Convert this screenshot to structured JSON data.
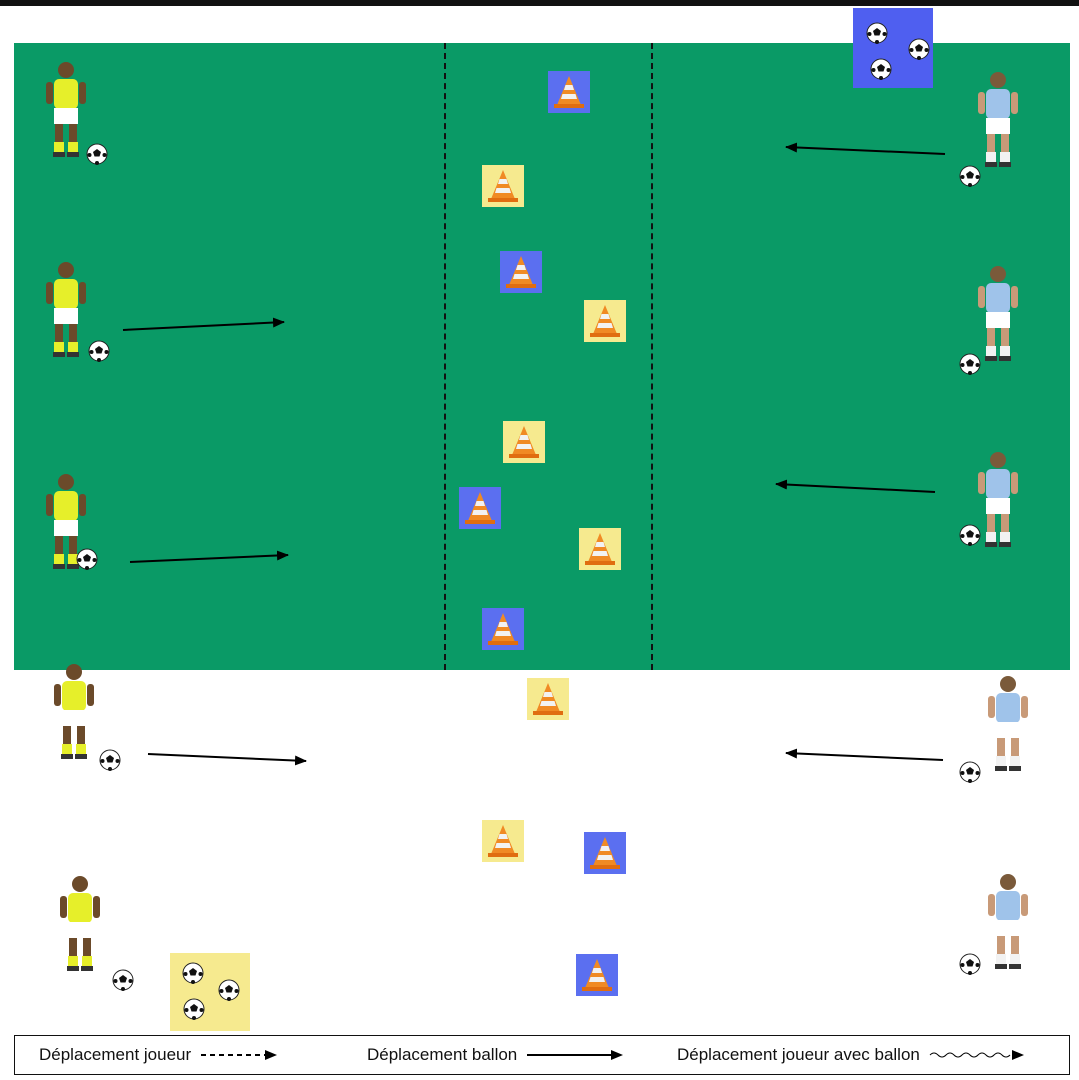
{
  "legend": {
    "player_movement": "Déplacement joueur",
    "ball_movement": "Déplacement ballon",
    "player_with_ball": "Déplacement joueur avec ballon"
  },
  "colors": {
    "pitch": "#0a9a66",
    "team_yellow": "#e6ef2a",
    "team_blue": "#9fc3ea",
    "cone_box_yellow": "#f6ea8f",
    "cone_box_blue": "#5b6ff0"
  }
}
